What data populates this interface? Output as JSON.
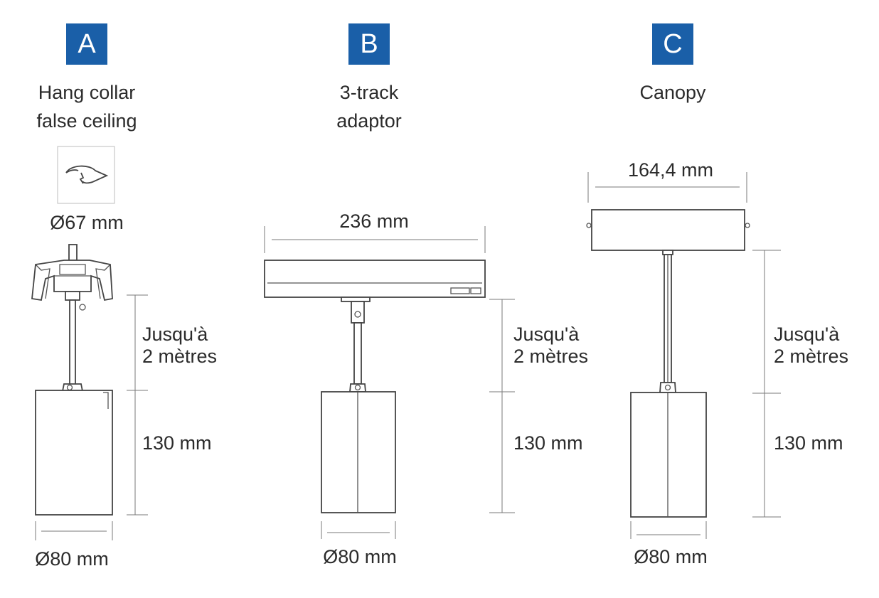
{
  "variants": [
    {
      "letter": "A",
      "title": "Hang collar\nfalse ceiling",
      "top_dim": "Ø67 mm",
      "cable_dim": "Jusqu'à\n2 mètres",
      "height_dim": "130 mm",
      "bottom_dim": "Ø80 mm",
      "icon": "false-ceiling-mount-icon"
    },
    {
      "letter": "B",
      "title": "3-track\nadaptor",
      "top_dim": "236 mm",
      "cable_dim": "Jusqu'à\n2 mètres",
      "height_dim": "130 mm",
      "bottom_dim": "Ø80 mm"
    },
    {
      "letter": "C",
      "title": "Canopy",
      "top_dim": "164,4 mm",
      "cable_dim": "Jusqu'à\n2 mètres",
      "height_dim": "130 mm",
      "bottom_dim": "Ø80 mm"
    }
  ],
  "colors": {
    "badge": "#1a5fa8",
    "text": "#2b2b2b",
    "line": "#555555"
  }
}
